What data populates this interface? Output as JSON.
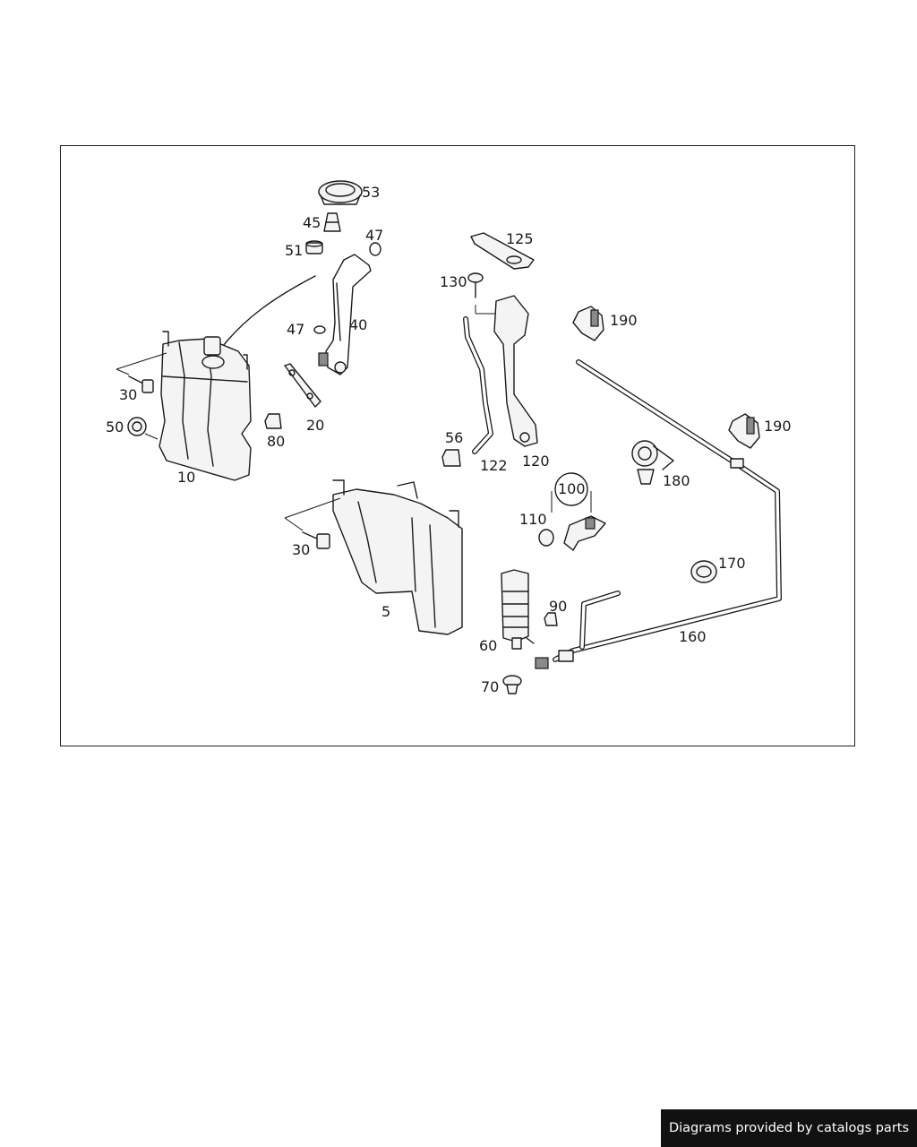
{
  "diagram": {
    "callouts": [
      "53",
      "45",
      "47",
      "51",
      "40",
      "47",
      "30",
      "50",
      "10",
      "20",
      "80",
      "125",
      "130",
      "190",
      "56",
      "122",
      "120",
      "190",
      "180",
      "100",
      "110",
      "30",
      "5",
      "60",
      "90",
      "70",
      "170",
      "160"
    ]
  },
  "footer": {
    "credit": "Diagrams provided by catalogs parts"
  },
  "colors": {
    "line": "#1a1a1a",
    "banner_bg": "#111111",
    "banner_text": "#ffffff"
  }
}
